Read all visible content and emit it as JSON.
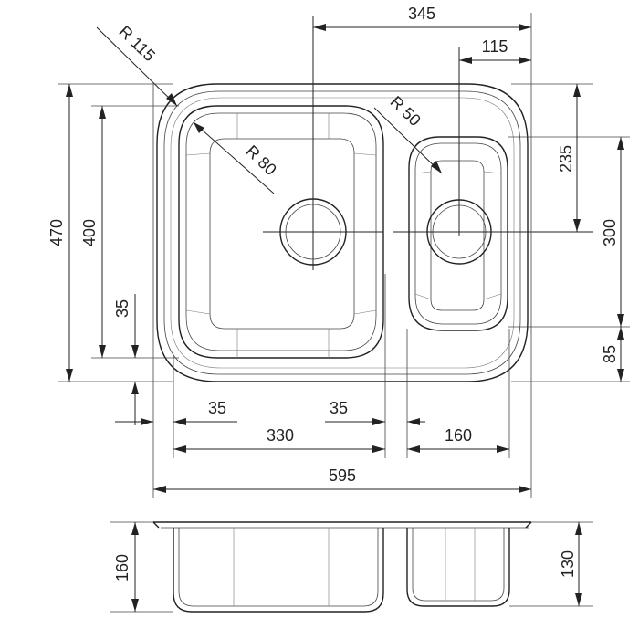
{
  "drawing": {
    "labels": {
      "total_width": "595",
      "main_bowl_width": "330",
      "small_bowl_width": "160",
      "left_offset": "35",
      "bowl_gap": "35",
      "main_drain_offset": "345",
      "small_drain_offset": "115",
      "total_depth": "470",
      "main_bowl_depth": "400",
      "bottom_offset_left": "35",
      "small_drain_from_top": "235",
      "small_bowl_depth": "300",
      "small_bowl_bottom_offset": "85",
      "outer_radius": "R 115",
      "main_bowl_radius": "R 80",
      "small_bowl_radius": "R 50",
      "main_bowl_height": "160",
      "small_bowl_height": "130"
    }
  }
}
